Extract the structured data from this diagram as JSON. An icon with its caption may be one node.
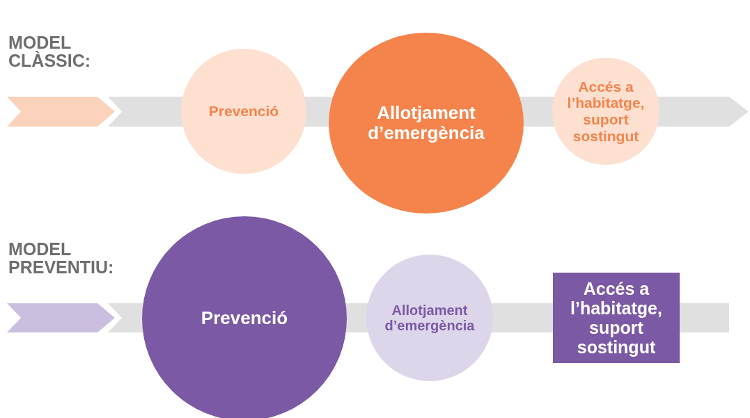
{
  "diagram": {
    "nodes": [
      {
        "text": [
          "Prevenció"
        ]
      },
      {
        "text": [
          "Allotjament d’emergència"
        ]
      },
      {
        "text": [
          "Accés a l’habitatge, suport sostingut"
        ]
      },
      {
        "text": [
          "Prevenció"
        ]
      },
      {
        "text": [
          "Allotjament d’emergència"
        ]
      },
      {
        "text": [
          "Accés a l’habitatge, suport sostingut"
        ]
      }
    ],
    "labels": [
      "MODEL CLÀSSIC:",
      "MODEL PREVENTIU:"
    ]
  }
}
